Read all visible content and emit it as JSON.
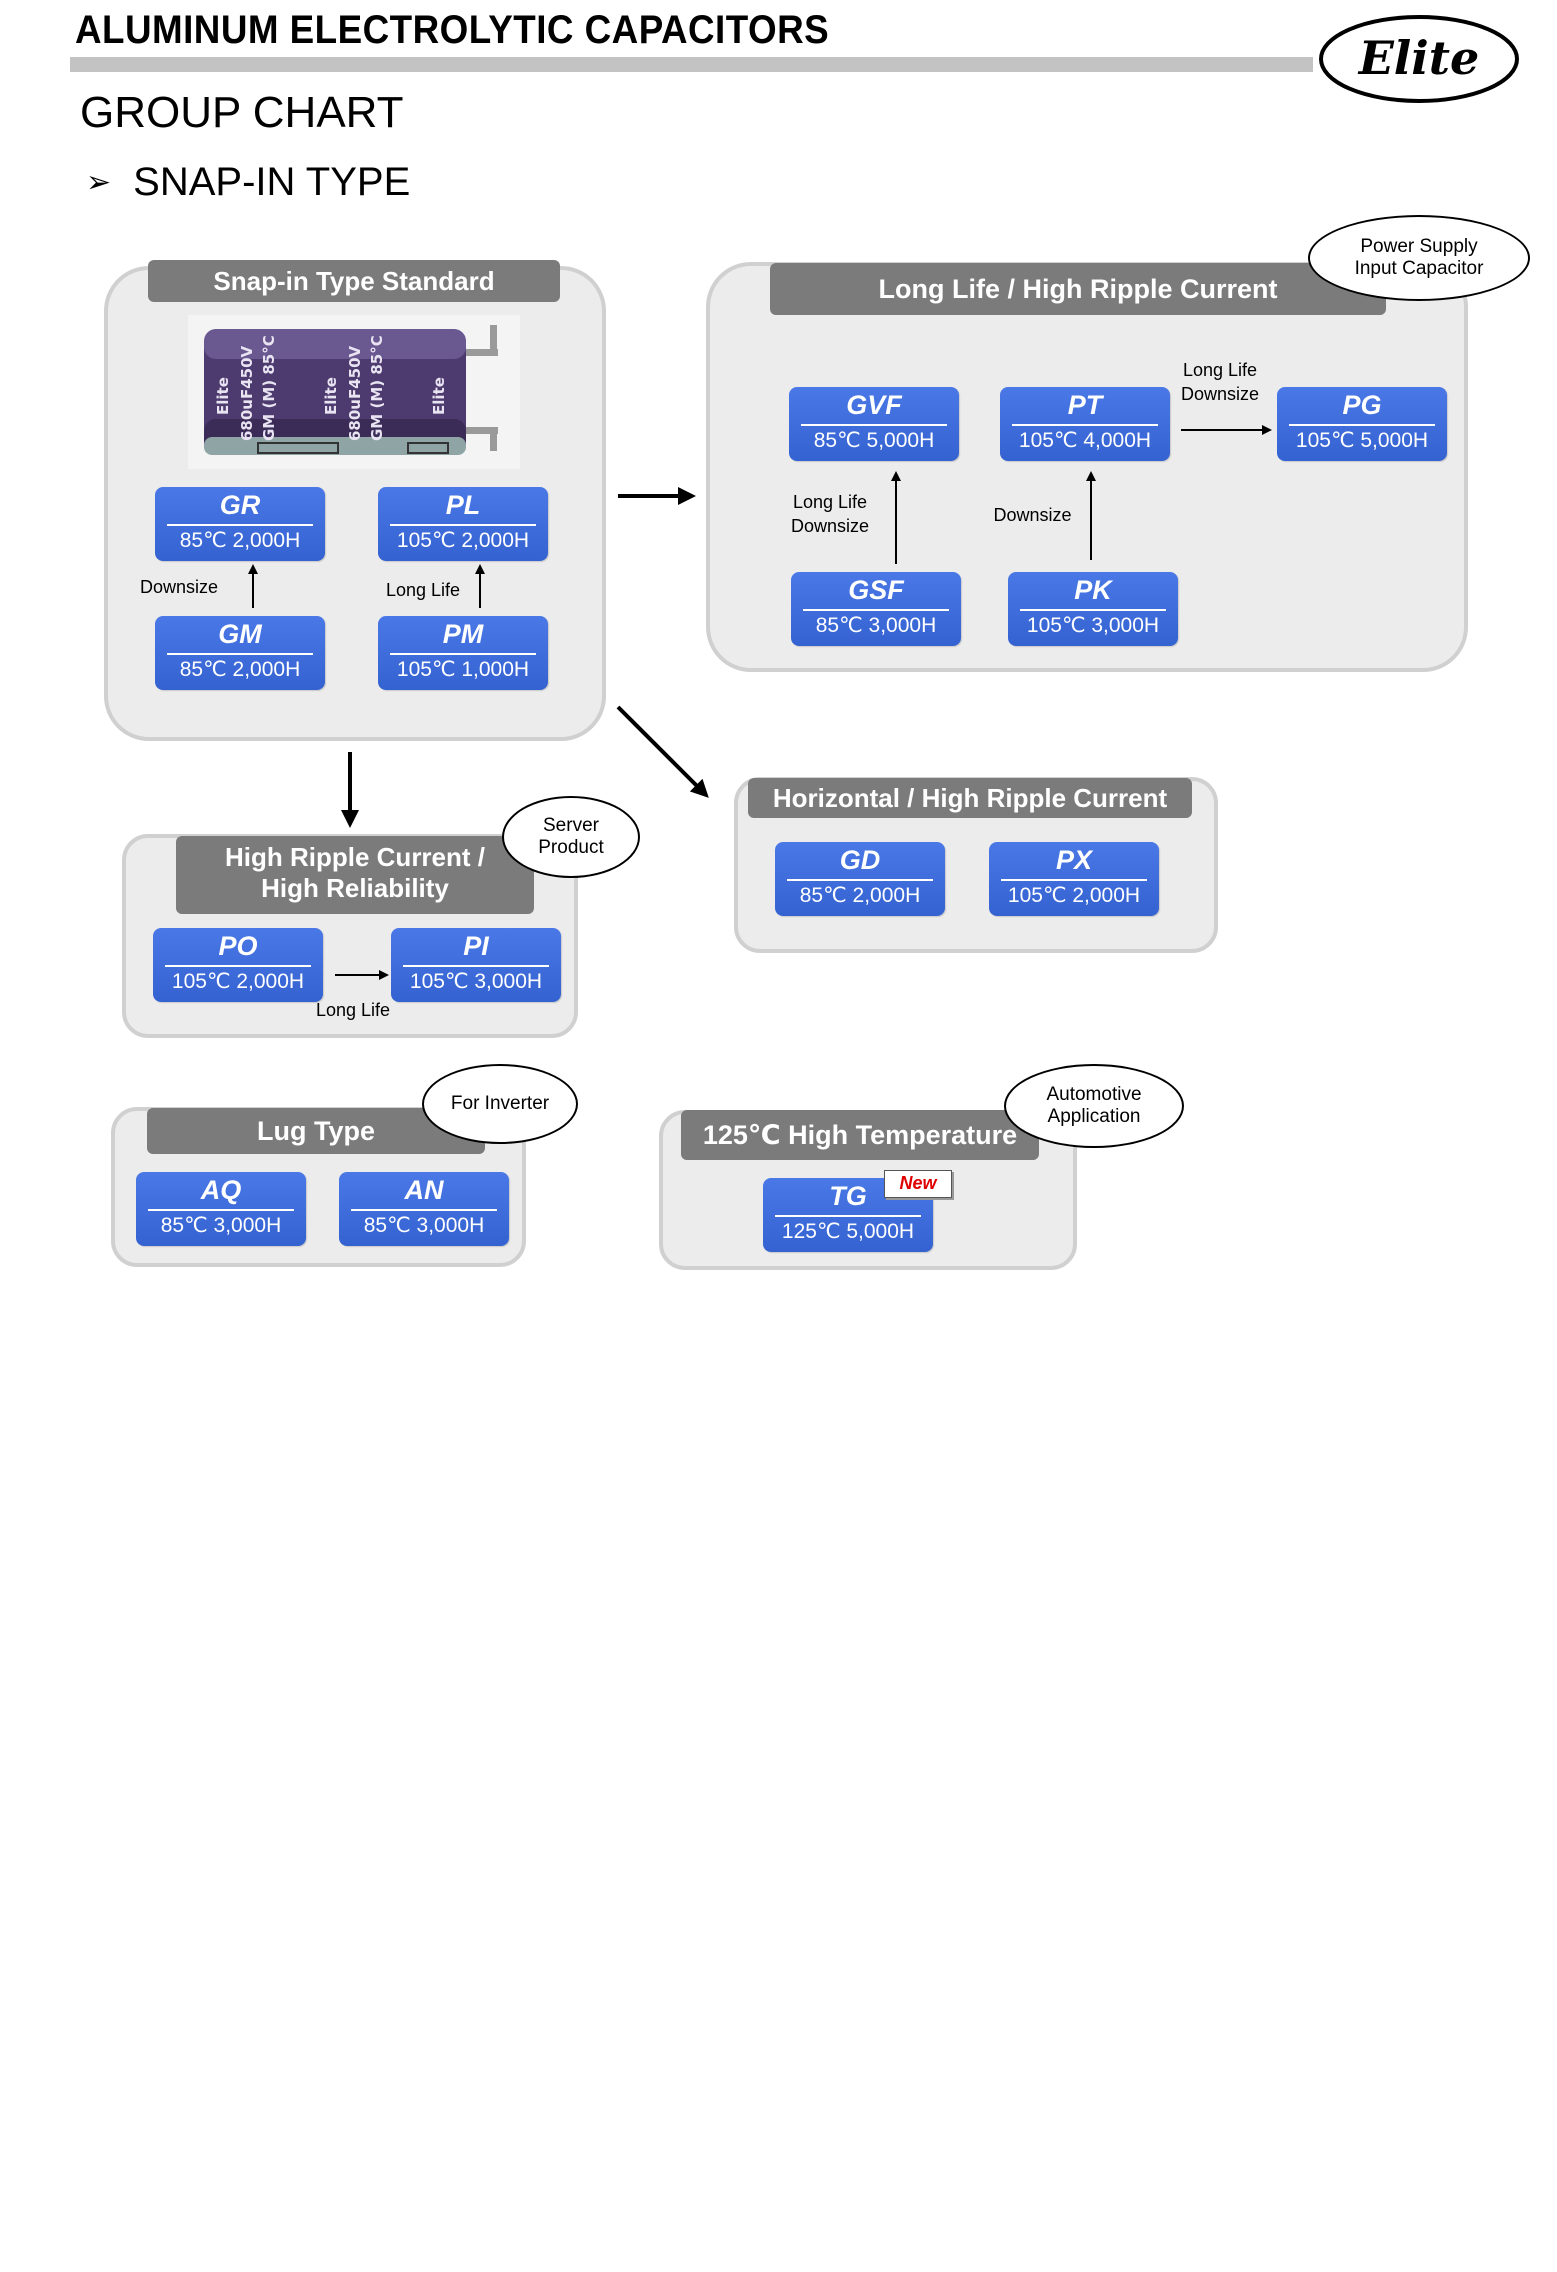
{
  "header": {
    "doc_title": "ALUMINUM ELECTROLYTIC CAPACITORS",
    "logo_text": "Elite",
    "group_chart": "GROUP CHART",
    "section": "SNAP-IN TYPE",
    "section_bullet_icon": "chevron-right-icon"
  },
  "groups": {
    "standard": {
      "title": "Snap-in Type Standard",
      "photo_text": [
        "Elite",
        "680uF450V",
        "GM (M) 85°C"
      ],
      "products": {
        "gr": {
          "code": "GR",
          "spec": "85℃ 2,000H"
        },
        "pl": {
          "code": "PL",
          "spec": "105℃ 2,000H"
        },
        "gm": {
          "code": "GM",
          "spec": "85℃ 2,000H"
        },
        "pm": {
          "code": "PM",
          "spec": "105℃ 1,000H"
        }
      },
      "labels": {
        "downsize": "Downsize",
        "long_life": "Long Life"
      }
    },
    "long_life": {
      "title": "Long Life / High Ripple Current",
      "callout": [
        "Power Supply",
        "Input Capacitor"
      ],
      "products": {
        "gvf": {
          "code": "GVF",
          "spec": "85℃ 5,000H"
        },
        "pt": {
          "code": "PT",
          "spec": "105℃ 4,000H"
        },
        "pg": {
          "code": "PG",
          "spec": "105℃ 5,000H"
        },
        "gsf": {
          "code": "GSF",
          "spec": "85℃ 3,000H"
        },
        "pk": {
          "code": "PK",
          "spec": "105℃ 3,000H"
        }
      },
      "labels": {
        "pt_pg": [
          "Long Life",
          "Downsize"
        ],
        "gsf_gvf": [
          "Long Life",
          "Downsize"
        ],
        "pk_pt": "Downsize"
      }
    },
    "horizontal": {
      "title": "Horizontal / High Ripple Current",
      "products": {
        "gd": {
          "code": "GD",
          "spec": "85℃ 2,000H"
        },
        "px": {
          "code": "PX",
          "spec": "105℃ 2,000H"
        }
      }
    },
    "high_ripple": {
      "title": [
        "High Ripple Current /",
        "High Reliability"
      ],
      "callout": [
        "Server",
        "Product"
      ],
      "products": {
        "po": {
          "code": "PO",
          "spec": "105℃ 2,000H"
        },
        "pi": {
          "code": "PI",
          "spec": "105℃ 3,000H"
        }
      },
      "labels": {
        "long_life": "Long Life"
      }
    },
    "lug": {
      "title": "Lug Type",
      "callout": "For Inverter",
      "products": {
        "aq": {
          "code": "AQ",
          "spec": "85℃ 3,000H"
        },
        "an": {
          "code": "AN",
          "spec": "85℃ 3,000H"
        }
      }
    },
    "high_temp": {
      "title": "125℃ High Temperature",
      "callout": [
        "Automotive",
        "Application"
      ],
      "badge": "New",
      "products": {
        "tg": {
          "code": "TG",
          "spec": "125℃ 5,000H"
        }
      }
    }
  },
  "colors": {
    "product_blue": "#3c68d8",
    "header_gray": "#7b7b7b",
    "group_bg": "#ececec",
    "new_red": "#e00000"
  }
}
